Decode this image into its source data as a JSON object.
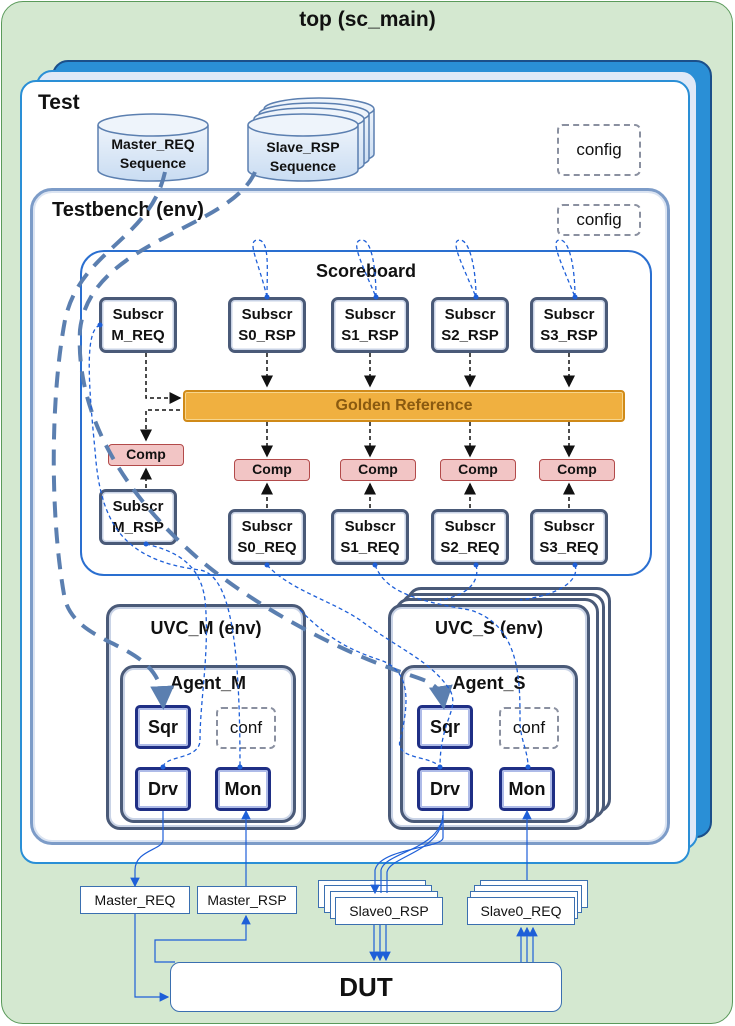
{
  "top": {
    "title": "top (sc_main)"
  },
  "test": {
    "title": "Test",
    "config": "config"
  },
  "sequences": {
    "master": "Master_REQ Sequence",
    "master_l1": "Master_REQ",
    "master_l2": "Sequence",
    "slave_l1": "Slave_RSP",
    "slave_l2": "Sequence"
  },
  "testbench": {
    "title": "Testbench (env)",
    "config": "config"
  },
  "scoreboard": {
    "title": "Scoreboard",
    "golden": "Golden Reference",
    "comp": "Comp",
    "word": "Subscr",
    "subscribers": {
      "m_req": "M_REQ",
      "m_rsp": "M_RSP",
      "s0_rsp": "S0_RSP",
      "s1_rsp": "S1_RSP",
      "s2_rsp": "S2_RSP",
      "s3_rsp": "S3_RSP",
      "s0_req": "S0_REQ",
      "s1_req": "S1_REQ",
      "s2_req": "S2_REQ",
      "s3_req": "S3_REQ"
    }
  },
  "uvc_m": {
    "title": "UVC_M (env)",
    "agent": "Agent_M",
    "sqr": "Sqr",
    "conf": "conf",
    "drv": "Drv",
    "mon": "Mon"
  },
  "uvc_s": {
    "title": "UVC_S (env)",
    "agent": "Agent_S",
    "sqr": "Sqr",
    "conf": "conf",
    "drv": "Drv",
    "mon": "Mon"
  },
  "ports": {
    "master_req": "Master_REQ",
    "master_rsp": "Master_RSP",
    "slave0_rsp": "Slave0_RSP",
    "slave0_req": "Slave0_REQ"
  },
  "dut": {
    "label": "DUT"
  },
  "colors": {
    "top_bg": "#d4e8d0",
    "test_blue": "#2a8fd6",
    "frame": "#6a8ab8",
    "golden": "#f0b040",
    "comp": "#f2c5c5",
    "wire": "#1e5fd8"
  }
}
